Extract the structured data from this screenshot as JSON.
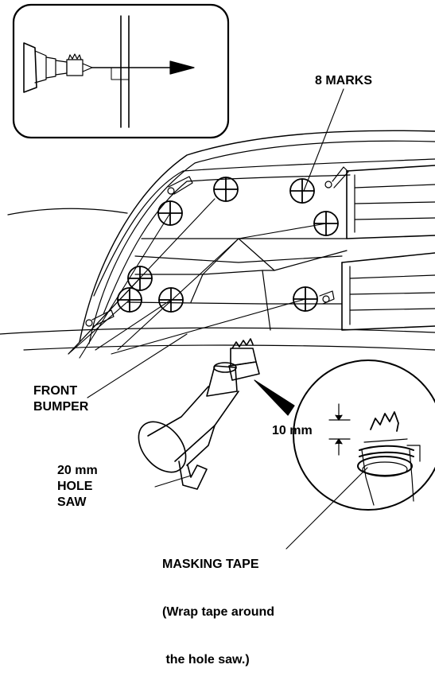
{
  "labels": {
    "marks": "8 MARKS",
    "front_bumper": [
      "FRONT",
      "BUMPER"
    ],
    "hole_saw": [
      "20 mm",
      "HOLE",
      "SAW"
    ],
    "dimension": "10 mm",
    "masking_tape": [
      "MASKING TAPE",
      "(Wrap tape around",
      " the hole saw.)"
    ]
  }
}
